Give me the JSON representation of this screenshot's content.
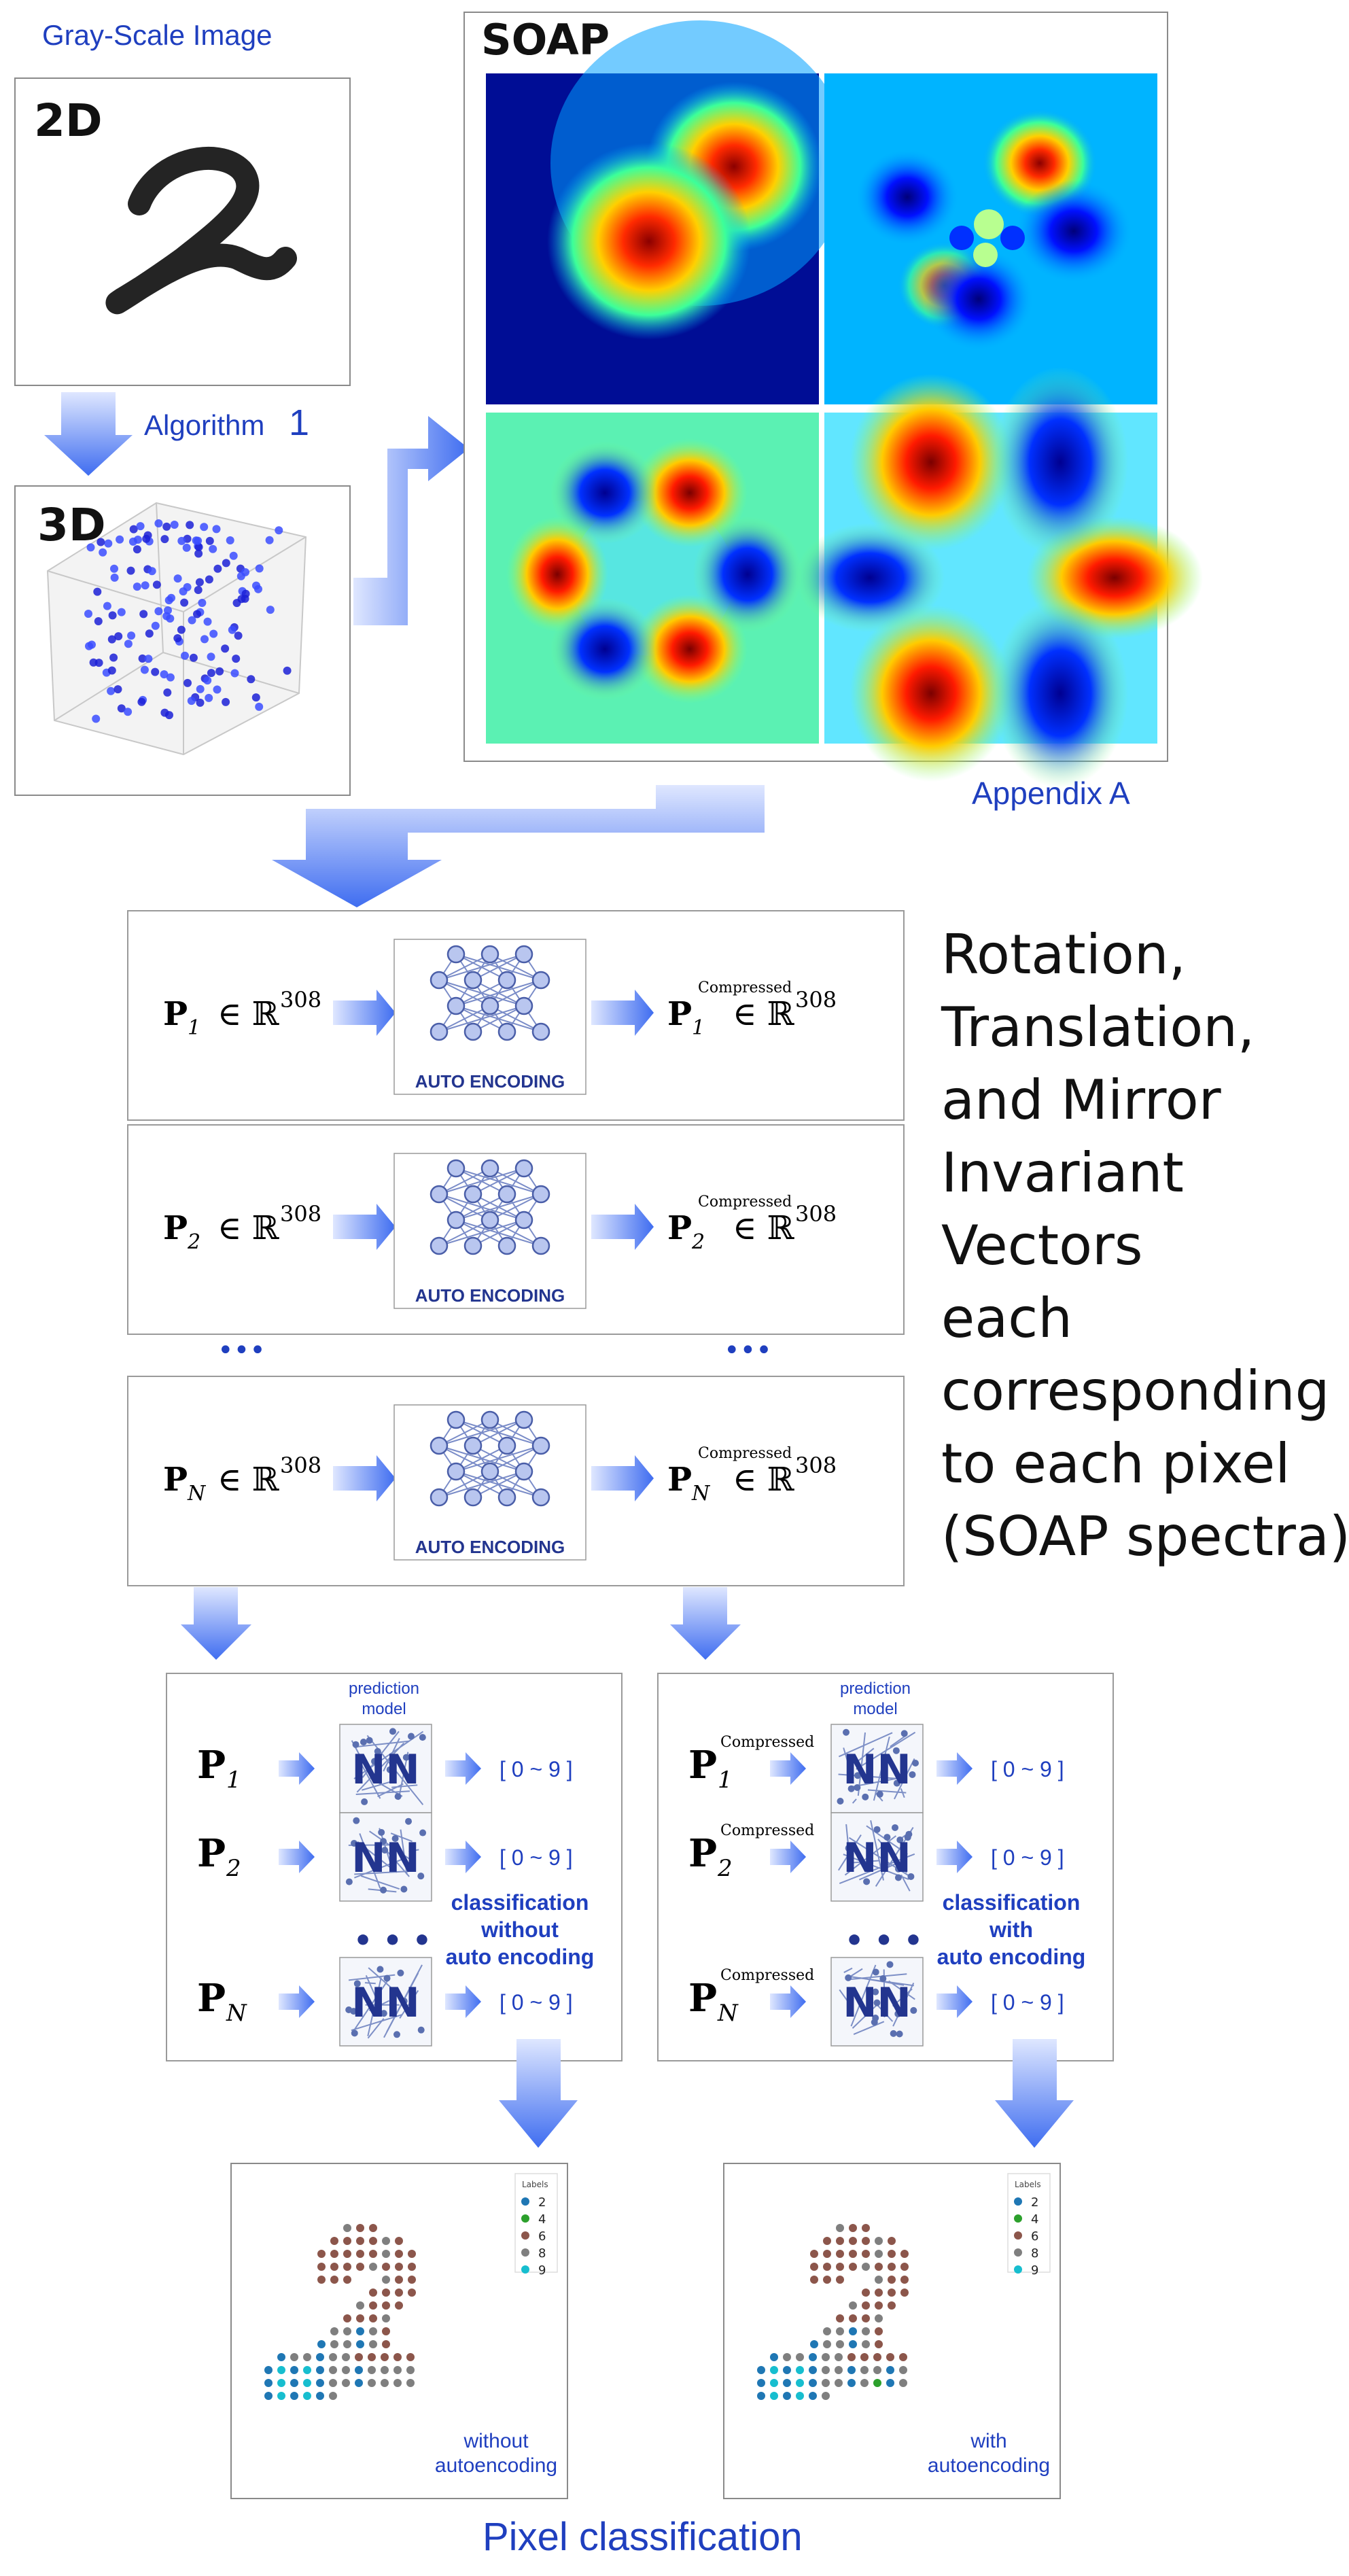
{
  "top": {
    "grayscale_title": "Gray-Scale Image",
    "label_2d": "2D",
    "label_3d": "3D",
    "algorithm_label": "Algorithm",
    "algorithm_number": "1",
    "soap_title": "SOAP",
    "appendix_label": "Appendix A"
  },
  "encoding": {
    "rows": [
      {
        "input": "P",
        "sub": "1",
        "space": "∈ ℝ",
        "dim": "308",
        "block_label": "AUTO ENCODING",
        "output": "P",
        "out_sub": "1",
        "out_sup": "Compressed",
        "out_space": "∈ ℝ",
        "out_dim": "308"
      },
      {
        "input": "P",
        "sub": "2",
        "space": "∈ ℝ",
        "dim": "308",
        "block_label": "AUTO ENCODING",
        "output": "P",
        "out_sub": "2",
        "out_sup": "Compressed",
        "out_space": "∈ ℝ",
        "out_dim": "308"
      },
      {
        "input": "P",
        "sub": "N",
        "space": "∈ ℝ",
        "dim": "308",
        "block_label": "AUTO ENCODING",
        "output": "P",
        "out_sub": "N",
        "out_sup": "Compressed",
        "out_space": "∈ ℝ",
        "out_dim": "308"
      }
    ],
    "ellipsis": "•••",
    "side_text": [
      "Rotation,",
      "Translation,",
      "and Mirror",
      "Invariant",
      "Vectors",
      "each",
      "corresponding",
      "to each pixel",
      "(SOAP spectra)"
    ]
  },
  "classification": {
    "left": {
      "model_label_1": "prediction",
      "model_label_2": "model",
      "nn_label": "NN",
      "output_range": "[ 0 ~ 9 ]",
      "inputs": [
        {
          "p": "P",
          "sub": "1"
        },
        {
          "p": "P",
          "sub": "2"
        },
        {
          "p": "P",
          "sub": "N"
        }
      ],
      "caption": [
        "classification",
        "without",
        "auto encoding"
      ]
    },
    "right": {
      "model_label_1": "prediction",
      "model_label_2": "model",
      "nn_label": "NN",
      "output_range": "[ 0 ~ 9 ]",
      "sup": "Compressed",
      "inputs": [
        {
          "p": "P",
          "sub": "1"
        },
        {
          "p": "P",
          "sub": "2"
        },
        {
          "p": "P",
          "sub": "N"
        }
      ],
      "caption": [
        "classification",
        "with",
        "auto encoding"
      ]
    },
    "dots": "• • •"
  },
  "results": {
    "legend_title": "Labels",
    "legend": [
      {
        "label": "2",
        "color": "#1f77b4"
      },
      {
        "label": "4",
        "color": "#2ca02c"
      },
      {
        "label": "6",
        "color": "#8c564b"
      },
      {
        "label": "8",
        "color": "#7f7f7f"
      },
      {
        "label": "9",
        "color": "#17becf"
      }
    ],
    "left_caption": [
      "without",
      "autoencoding"
    ],
    "right_caption": [
      "with",
      "autoencoding"
    ],
    "footer": "Pixel classification"
  }
}
